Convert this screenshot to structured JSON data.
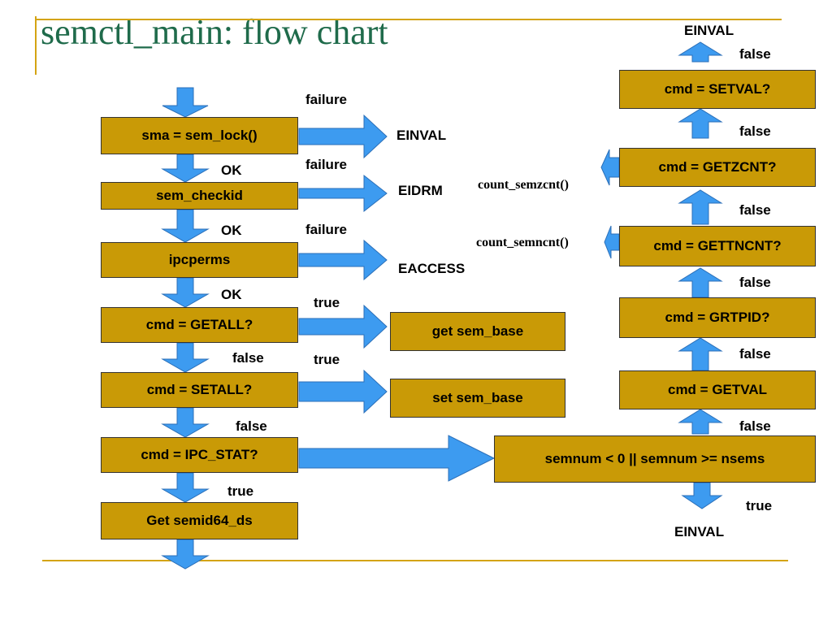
{
  "slide": {
    "title": "semctl_main: flow chart"
  },
  "left_column": {
    "boxes": [
      "sma = sem_lock()",
      "sem_checkid",
      "ipcperms",
      "cmd = GETALL?",
      "cmd = SETALL?",
      "cmd = IPC_STAT?",
      "Get semid64_ds"
    ],
    "down_labels": [
      "OK",
      "OK",
      "OK",
      "false",
      "false",
      "true"
    ]
  },
  "right_branches": {
    "labels": [
      "failure",
      "failure",
      "failure",
      "true",
      "true"
    ],
    "results": [
      "EINVAL",
      "EIDRM",
      "EACCESS"
    ],
    "action_boxes": [
      "get sem_base",
      "set sem_base"
    ]
  },
  "right_column": {
    "boxes": [
      "cmd = SETVAL?",
      "cmd = GETZCNT?",
      "cmd =  GETTNCNT?",
      "cmd = GRTPID?",
      "cmd = GETVAL",
      "semnum < 0 || semnum >= nsems"
    ],
    "up_labels": [
      "false",
      "false",
      "false",
      "false",
      "false",
      "false"
    ],
    "top_result": "EINVAL",
    "bottom_label": "true",
    "bottom_result": "EINVAL",
    "side_calls": [
      "count_semzcnt()",
      "count_semncnt()"
    ]
  },
  "colors": {
    "title": "#1f6b4b",
    "box_fill": "#c99a06",
    "arrow_fill": "#3d9bf0",
    "rule_line": "#d4a413"
  }
}
